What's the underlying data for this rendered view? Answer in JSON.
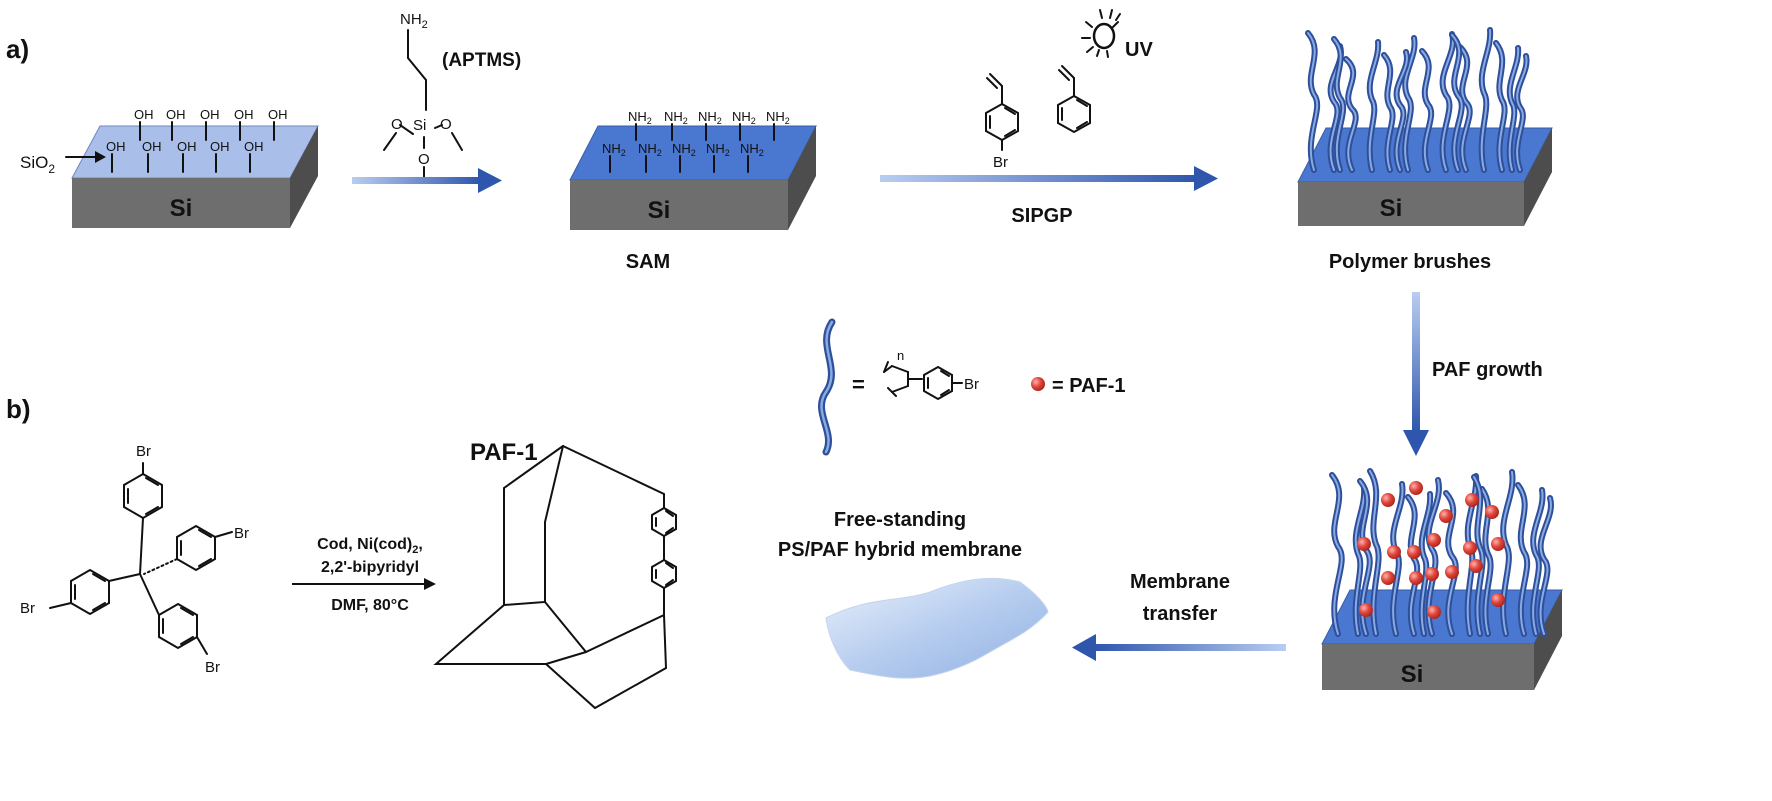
{
  "panels": {
    "a": {
      "label": "a)"
    },
    "b": {
      "label": "b)"
    }
  },
  "substrates": {
    "si_label": "Si",
    "sio2_label": "SiO2",
    "oh_label": "OH",
    "nh2_label": "NH2"
  },
  "reagents": {
    "aptms_name": "(APTMS)",
    "aptms_nh2": "NH2",
    "aptms_si": "Si",
    "aptms_o": "O",
    "uv_label": "UV",
    "br_label": "Br"
  },
  "steps": {
    "sam_label": "SAM",
    "sipgp_label": "SIPGP",
    "brushes_label": "Polymer brushes",
    "paf_growth_label": "PAF growth",
    "transfer_line1": "Membrane",
    "transfer_line2": "transfer"
  },
  "legend": {
    "chain_eq": "=",
    "n_label": "n",
    "br_label": "Br",
    "paf_eq": "= PAF-1"
  },
  "membrane": {
    "title_line1": "Free-standing",
    "title_line2": "PS/PAF hybrid membrane"
  },
  "synthesis": {
    "paf_label": "PAF-1",
    "cond_line1": "Cod, Ni(cod)2,",
    "cond_line2": "2,2'-bipyridyl",
    "cond_line3": "DMF, 80°C",
    "br_label": "Br"
  },
  "colors": {
    "top_blue": "#4a77cf",
    "top_light": "#a9bfea",
    "side_gray": "#6e6e6e",
    "side_dark": "#4d4d4d",
    "arrow_blue": "#3d63b8",
    "paf_red": "#d9443a"
  }
}
